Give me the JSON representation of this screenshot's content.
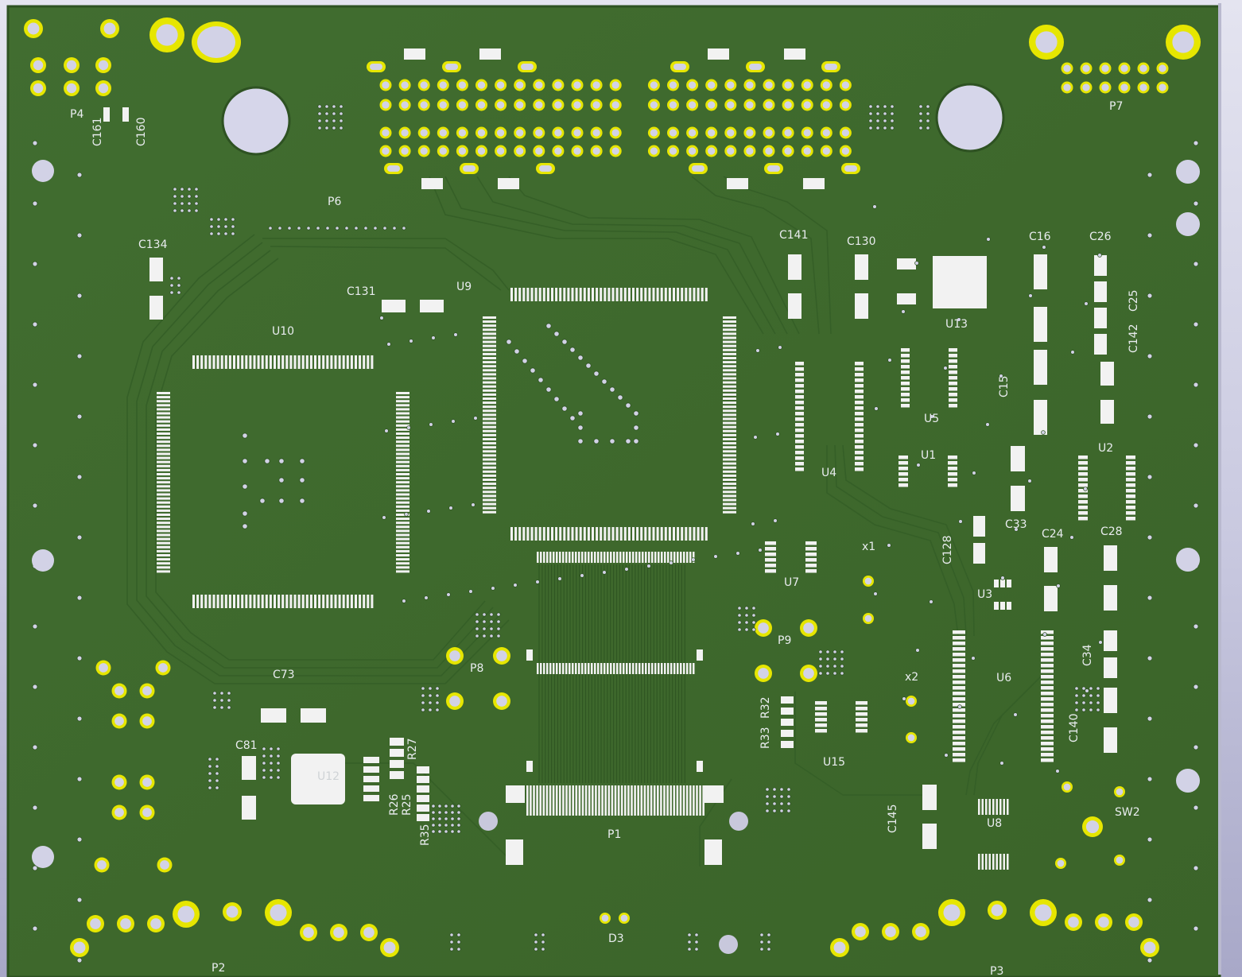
{
  "colors": {
    "background_top": "#e4e4f0",
    "background_bottom": "#a8a8c8",
    "board": "#3f6a2e",
    "board_edge": "#2e5222",
    "trace": "#356026",
    "copper_pad": "#f2f2f2",
    "plated_ring": "#e6e600",
    "drill_hole": "#d2d2e6",
    "silkscreen": "#e9ecef"
  },
  "labels": {
    "P4": "P4",
    "C161": "C161",
    "C160": "C160",
    "P6": "P6",
    "C134": "C134",
    "C131": "C131",
    "U9": "U9",
    "U10": "U10",
    "C141": "C141",
    "C130": "C130",
    "C16": "C16",
    "C26": "C26",
    "P7": "P7",
    "C25": "C25",
    "C142": "C142",
    "U13": "U13",
    "C15": "C15",
    "U5": "U5",
    "U1": "U1",
    "U2": "U2",
    "U4": "U4",
    "C33": "C33",
    "C24": "C24",
    "C28": "C28",
    "x1": "x1",
    "C128": "C128",
    "U7": "U7",
    "U3": "U3",
    "P9": "P9",
    "C73": "C73",
    "P8": "P8",
    "x2": "x2",
    "U6": "U6",
    "C34": "C34",
    "R32": "R32",
    "R33": "R33",
    "C140": "C140",
    "C81": "C81",
    "U12": "U12",
    "R27": "R27",
    "R26": "R26",
    "R25": "R25",
    "R35": "R35",
    "U15": "U15",
    "C145": "C145",
    "U8": "U8",
    "SW2": "SW2",
    "P1": "P1",
    "D3": "D3",
    "P2": "P2",
    "P3": "P3"
  }
}
